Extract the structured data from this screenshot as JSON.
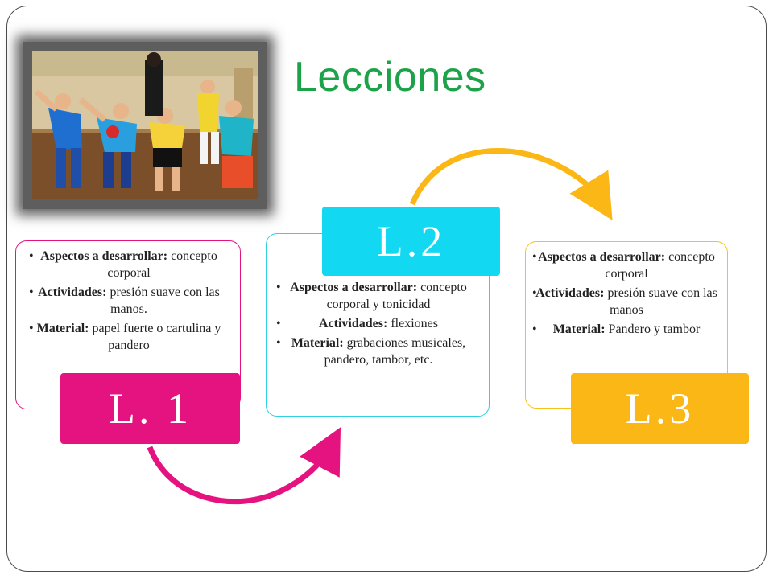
{
  "slide": {
    "title": "Lecciones",
    "photo_icon": "children-exercise-photo",
    "colors": {
      "title": "#1ca34a",
      "lesson1": "#e5137f",
      "lesson2": "#12d8f1",
      "lesson3": "#fbb716"
    },
    "lessons": [
      {
        "label": "L. 1",
        "items": [
          {
            "key": "Aspectos a desarrollar:",
            "value": "concepto corporal"
          },
          {
            "key": "Actividades:",
            "value": "presión suave con las manos."
          },
          {
            "key": "Material:",
            "value": "papel fuerte o cartulina y pandero"
          }
        ]
      },
      {
        "label": "L.2",
        "items": [
          {
            "key": "Aspectos a desarrollar:",
            "value": "concepto corporal y tonicidad"
          },
          {
            "key": "Actividades:",
            "value": "flexiones"
          },
          {
            "key": "Material:",
            "value": "grabaciones musicales, pandero, tambor, etc."
          }
        ]
      },
      {
        "label": "L.3",
        "items": [
          {
            "key": "Aspectos a desarrollar:",
            "value": "concepto corporal"
          },
          {
            "key": "Actividades:",
            "value": "presión suave con las manos"
          },
          {
            "key": "Material:",
            "value": "Pandero y tambor"
          }
        ]
      }
    ]
  }
}
